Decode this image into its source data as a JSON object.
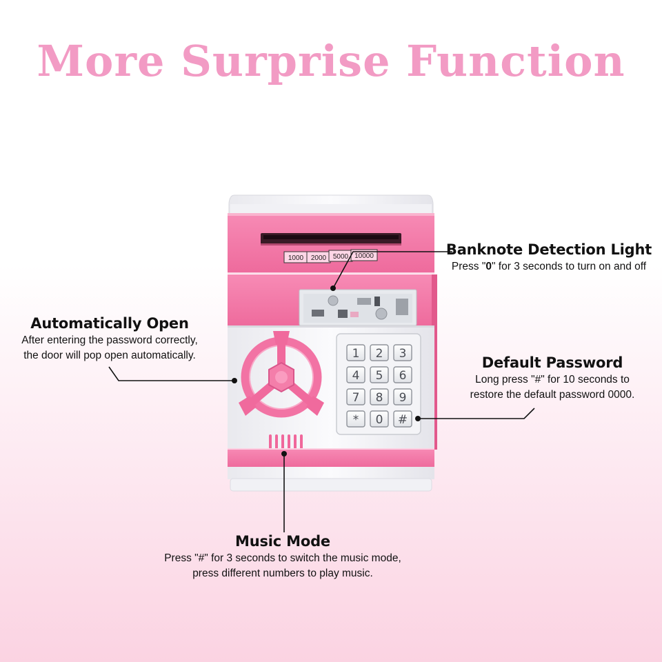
{
  "title": "More Surprise Function",
  "callouts": {
    "banknote": {
      "heading": "Banknote Detection Light",
      "desc_pre": "Press \"",
      "desc_key": "0",
      "desc_post": "\" for 3 seconds to turn on and off"
    },
    "auto_open": {
      "heading": "Automatically Open",
      "line1": "After entering the password correctly,",
      "line2": "the door will pop open automatically."
    },
    "default_password": {
      "heading": "Default Password",
      "line1": "Long press \"#\" for 10 seconds to",
      "line2": "restore the default password 0000."
    },
    "music_mode": {
      "heading": "Music Mode",
      "line1": "Press \"#\" for 3 seconds to switch the music mode,",
      "line2": "press different numbers to play music."
    }
  },
  "banknotes": [
    "1000",
    "2000",
    "5000",
    "10000"
  ],
  "keypad": [
    "1",
    "2",
    "3",
    "4",
    "5",
    "6",
    "7",
    "8",
    "9",
    "*",
    "0",
    "#"
  ],
  "colors": {
    "title_pink": "#f29bc4",
    "body_pink": "#f2709f",
    "body_white": "#f7f7f9"
  }
}
